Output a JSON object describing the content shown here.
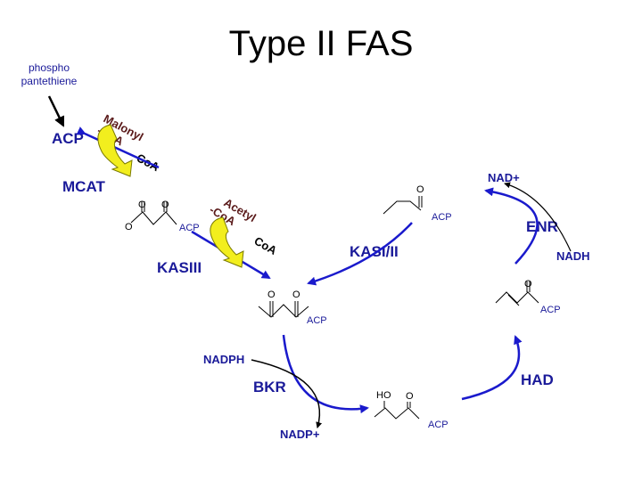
{
  "title": "Type II FAS",
  "labels": {
    "phospho_line1": "phospho",
    "phospho_line2": "pantethiene",
    "acp_main": "ACP",
    "mcat": "MCAT",
    "kasiii": "KASIII",
    "kasi_ii": "KASI/II",
    "enr": "ENR",
    "had": "HAD",
    "bkr": "BKR",
    "nad_plus": "NAD+",
    "nadh": "NADH",
    "nadph": "NADPH",
    "nadp_plus": "NADP+"
  },
  "rotated": {
    "malonyl": "Malonyl",
    "malonyl_coa": "-CoA",
    "coa_top": "CoA",
    "acetyl": "Acetyl",
    "acetyl_coa": "-CoA",
    "coa_mid": "CoA"
  },
  "molecules": {
    "o": "O",
    "ho": "HO",
    "acp": "ACP"
  },
  "colors": {
    "arrow_blue": "#1a1acc",
    "yellow": "#f2ee1e",
    "yellow_edge": "#7a7a00",
    "text_blue": "#1a1a99",
    "black": "#000000"
  }
}
